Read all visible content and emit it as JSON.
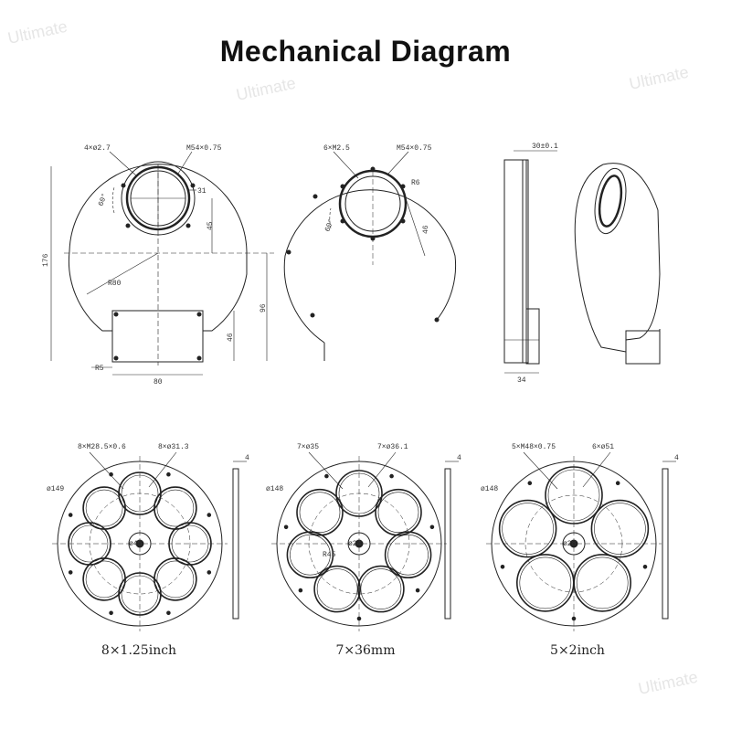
{
  "title": "Mechanical Diagram",
  "views": {
    "front_left": {
      "bolt_note": "4×ø2.7",
      "thread_note": "M54×0.75",
      "bore": "31",
      "angle": "60°",
      "dim_45": "45",
      "dim_176": "176",
      "dim_r80": "R80",
      "dim_96": "96",
      "dim_46": "46",
      "dim_r5": "R5",
      "dim_80": "80"
    },
    "front_right": {
      "bolt_note": "6×M2.5",
      "thread_note": "M54×0.75",
      "radius": "R6",
      "angle": "60°",
      "dim_46": "46"
    },
    "side": {
      "dim_top": "30±0.1",
      "dim_bottom": "34"
    }
  },
  "wheels": [
    {
      "count": 8,
      "caption": "8×1.25inch",
      "thread_note": "8×M28.5×0.6",
      "bore_note": "8×ø31.3",
      "diam": "ø149",
      "pcd": "ø45",
      "thickness": "4"
    },
    {
      "count": 7,
      "caption": "7×36mm",
      "thread_note": "7×ø35",
      "bore_note": "7×ø36.1",
      "diam": "ø148",
      "pcd": "ø24",
      "r": "R45",
      "thickness": "4"
    },
    {
      "count": 5,
      "caption": "5×2inch",
      "thread_note": "5×M48×0.75",
      "bore_note": "6×ø51",
      "diam": "ø148",
      "pcd": "ø28",
      "thickness": "4"
    }
  ],
  "watermark": "Ultimate"
}
